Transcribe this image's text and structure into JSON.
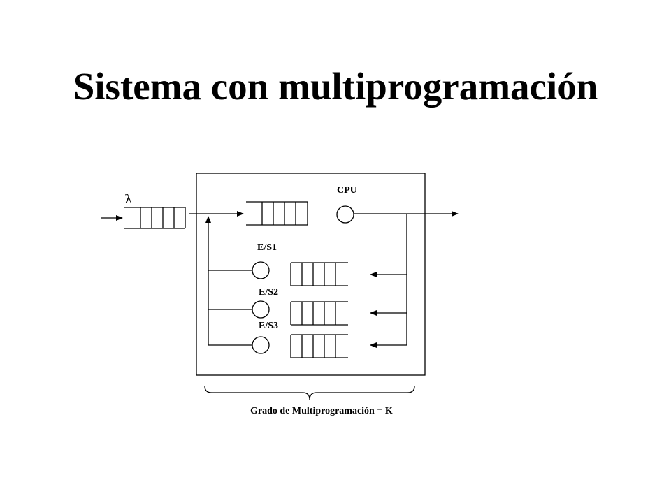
{
  "title": "Sistema con multiprogramación",
  "diagram": {
    "arrival_rate_label": "λ",
    "cpu_label": "CPU",
    "io_devices": [
      {
        "label": "E/S1"
      },
      {
        "label": "E/S2"
      },
      {
        "label": "E/S3"
      }
    ],
    "caption": "Grado de Multiprogramación = K"
  }
}
